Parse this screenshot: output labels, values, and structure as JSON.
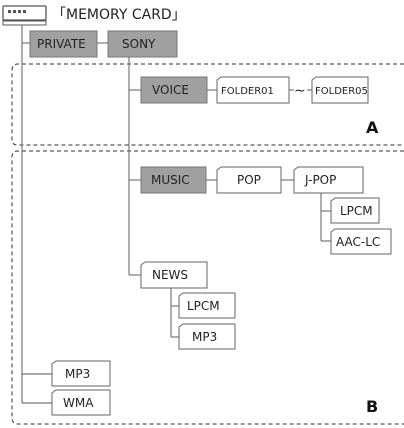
{
  "root": {
    "label": "「MEMORY CARD」",
    "icon": "memory-card-icon"
  },
  "folders": {
    "private": "PRIVATE",
    "sony": "SONY",
    "voice": "VOICE",
    "folder01": "FOLDER01",
    "range_sep": "∼",
    "folder05": "FOLDER05",
    "music": "MUSIC",
    "pop": "POP",
    "jpop": "J-POP",
    "jpop_lpcm": "LPCM",
    "jpop_aaclc": "AAC-LC",
    "news": "NEWS",
    "news_lpcm": "LPCM",
    "news_mp3": "MP3",
    "mp3": "MP3",
    "wma": "WMA"
  },
  "regions": {
    "a": "A",
    "b": "B"
  },
  "colors": {
    "gray_folder": "#a0a0a0",
    "line": "#777777",
    "border": "#333333"
  }
}
